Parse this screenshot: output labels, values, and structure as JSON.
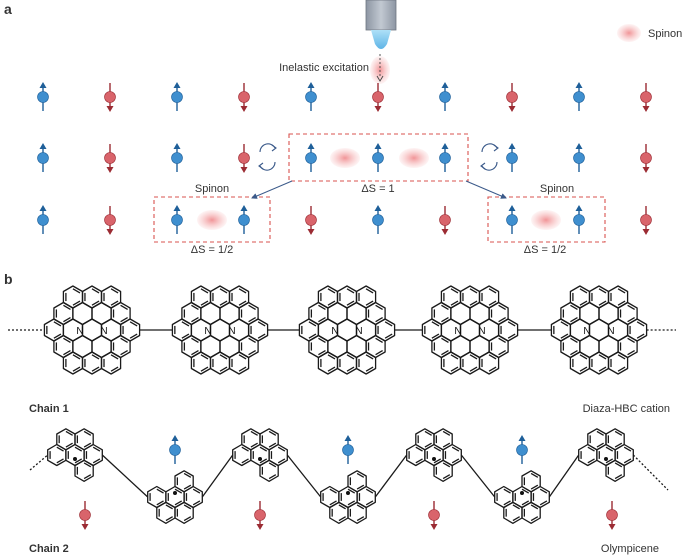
{
  "panel_a": {
    "label": "a",
    "legend_label": "Spinon",
    "tip_label": "Inelastic excitation",
    "center_box_label": "ΔS = 1",
    "left_box": {
      "title": "Spinon",
      "label": "ΔS = 1/2"
    },
    "right_box": {
      "title": "Spinon",
      "label": "ΔS = 1/2"
    },
    "colors": {
      "up": "#3f8fcf",
      "down": "#d9646b",
      "spinon": "#f2a9aa",
      "box": "#d9534f",
      "tip": "#8fcdf0"
    }
  },
  "panel_b": {
    "label": "b",
    "chain1": {
      "title": "Chain 1",
      "caption": "Diaza-HBC cation",
      "atom": "N"
    },
    "chain2": {
      "title": "Chain 2",
      "caption": "Olympicene"
    }
  }
}
